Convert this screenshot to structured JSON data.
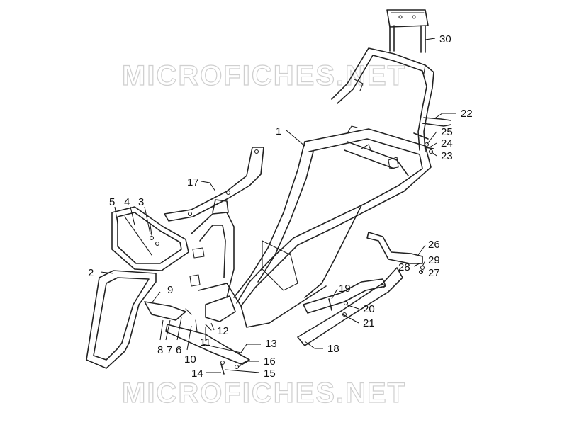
{
  "watermark": "MICROFICHES.NET",
  "colors": {
    "line": "#222222",
    "watermark": "#cfcfcf",
    "background": "#ffffff"
  },
  "callouts": {
    "c1": "1",
    "c2": "2",
    "c3": "3",
    "c4": "4",
    "c5": "5",
    "c6": "6",
    "c7": "7",
    "c8": "8",
    "c9": "9",
    "c10": "10",
    "c11": "11",
    "c12": "12",
    "c13": "13",
    "c14": "14",
    "c15": "15",
    "c16": "16",
    "c17": "17",
    "c18": "18",
    "c19": "19",
    "c20": "20",
    "c21": "21",
    "c22": "22",
    "c23": "23",
    "c24": "24",
    "c25": "25",
    "c26": "26",
    "c27": "27",
    "c28": "28",
    "c29": "29",
    "c30": "30"
  }
}
